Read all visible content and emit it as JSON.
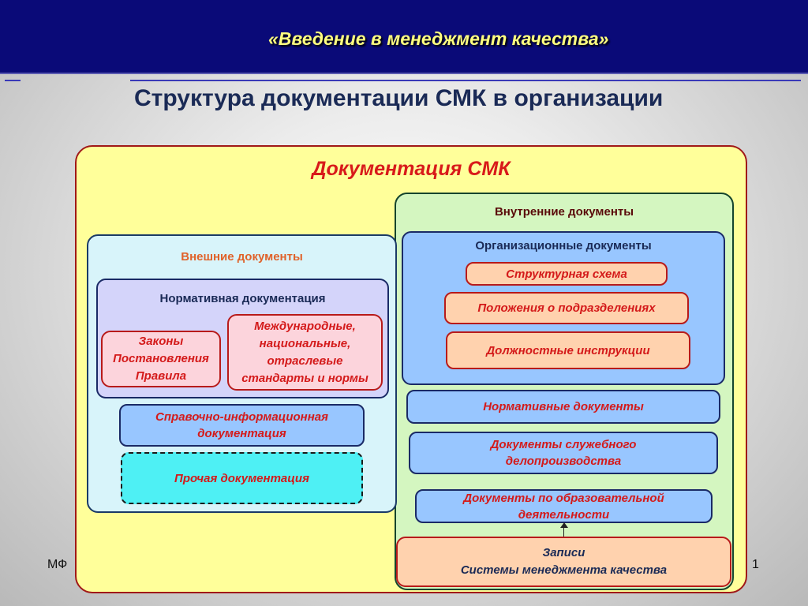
{
  "banner": {
    "title": "«Введение в менеджмент качества»",
    "color": "#0a0a78"
  },
  "slide": {
    "title": "Структура документации СМК в организации"
  },
  "diagram": {
    "main_title": "Документация СМК",
    "external": {
      "title": "Внешние документы",
      "normative": {
        "title": "Нормативная документация",
        "laws": [
          "Законы",
          "Постановления",
          "Правила"
        ],
        "standards": [
          "Международные,",
          "национальные,",
          "отраслевые",
          "стандарты и нормы"
        ]
      },
      "reference": [
        "Справочно-информационная",
        "документация"
      ],
      "other": "Прочая документация"
    },
    "internal": {
      "title": "Внутренние документы",
      "organizational": {
        "title": "Организационные документы",
        "structure": "Структурная схема",
        "divisions": "Положения о подразделениях",
        "job": "Должностные инструкции"
      },
      "normative_docs": "Нормативные документы",
      "office": [
        "Документы служебного",
        "делопроизводства"
      ],
      "education": [
        "Документы по образовательной",
        "деятельности"
      ],
      "records": [
        "Записи",
        "Системы менеджмента качества"
      ]
    }
  },
  "footer": {
    "left": "МФ",
    "right": "1"
  }
}
